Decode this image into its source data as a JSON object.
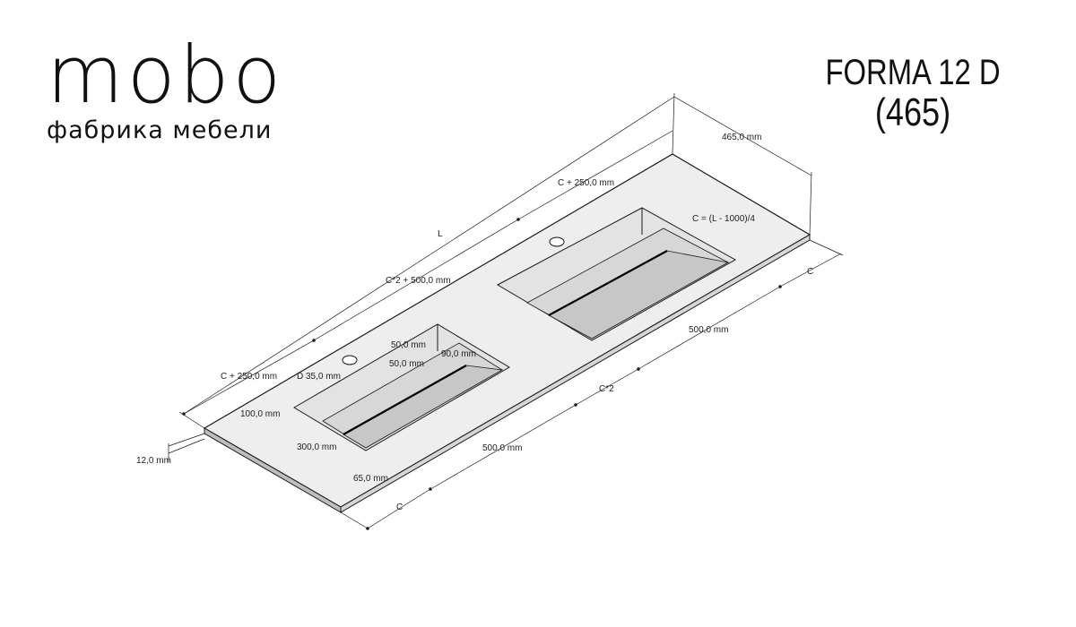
{
  "brand": {
    "logo": "mobo",
    "tagline": "фабрика мебели"
  },
  "product": {
    "model": "FORMA 12 D",
    "size": "(465)"
  },
  "dimensions": {
    "depth": "465,0 mm",
    "length": "L",
    "c_right_top": "C + 250,0 mm",
    "c_formula": "C = (L - 1000)/4",
    "c2_mid": "C*2 + 500,0 mm",
    "c_left": "C + 250,0 mm",
    "c_right_side": "C",
    "basin_right": "500,0 mm",
    "c2_bottom": "C*2",
    "basin_left": "500,0 mm",
    "c_bottom": "C",
    "thickness": "12,0 mm",
    "drain_gap1": "50,0 mm",
    "drain_gap2": "50,0 mm",
    "hole_d": "D 35,0 mm",
    "basin_depth": "90,0 mm",
    "edge_100": "100,0 mm",
    "basin_width": "300,0 mm",
    "front_65": "65,0 mm"
  },
  "colors": {
    "surface": "#ededed",
    "line": "#1a1a1a",
    "basin_floor": "#c9c9c9"
  }
}
